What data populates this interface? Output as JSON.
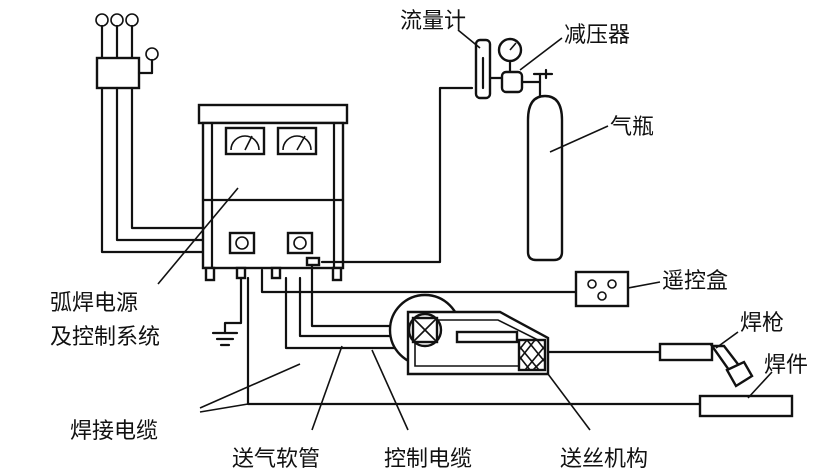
{
  "labels": {
    "power_source_line1": "弧焊电源",
    "power_source_line2": "及控制系统",
    "flowmeter": "流量计",
    "pressure_reducer": "减压器",
    "gas_cylinder": "气瓶",
    "remote_box": "遥控盒",
    "welding_gun": "焊枪",
    "workpiece": "焊件",
    "welding_cable": "焊接电缆",
    "gas_hose": "送气软管",
    "control_cable": "控制电缆",
    "wire_feeder": "送丝机构"
  }
}
